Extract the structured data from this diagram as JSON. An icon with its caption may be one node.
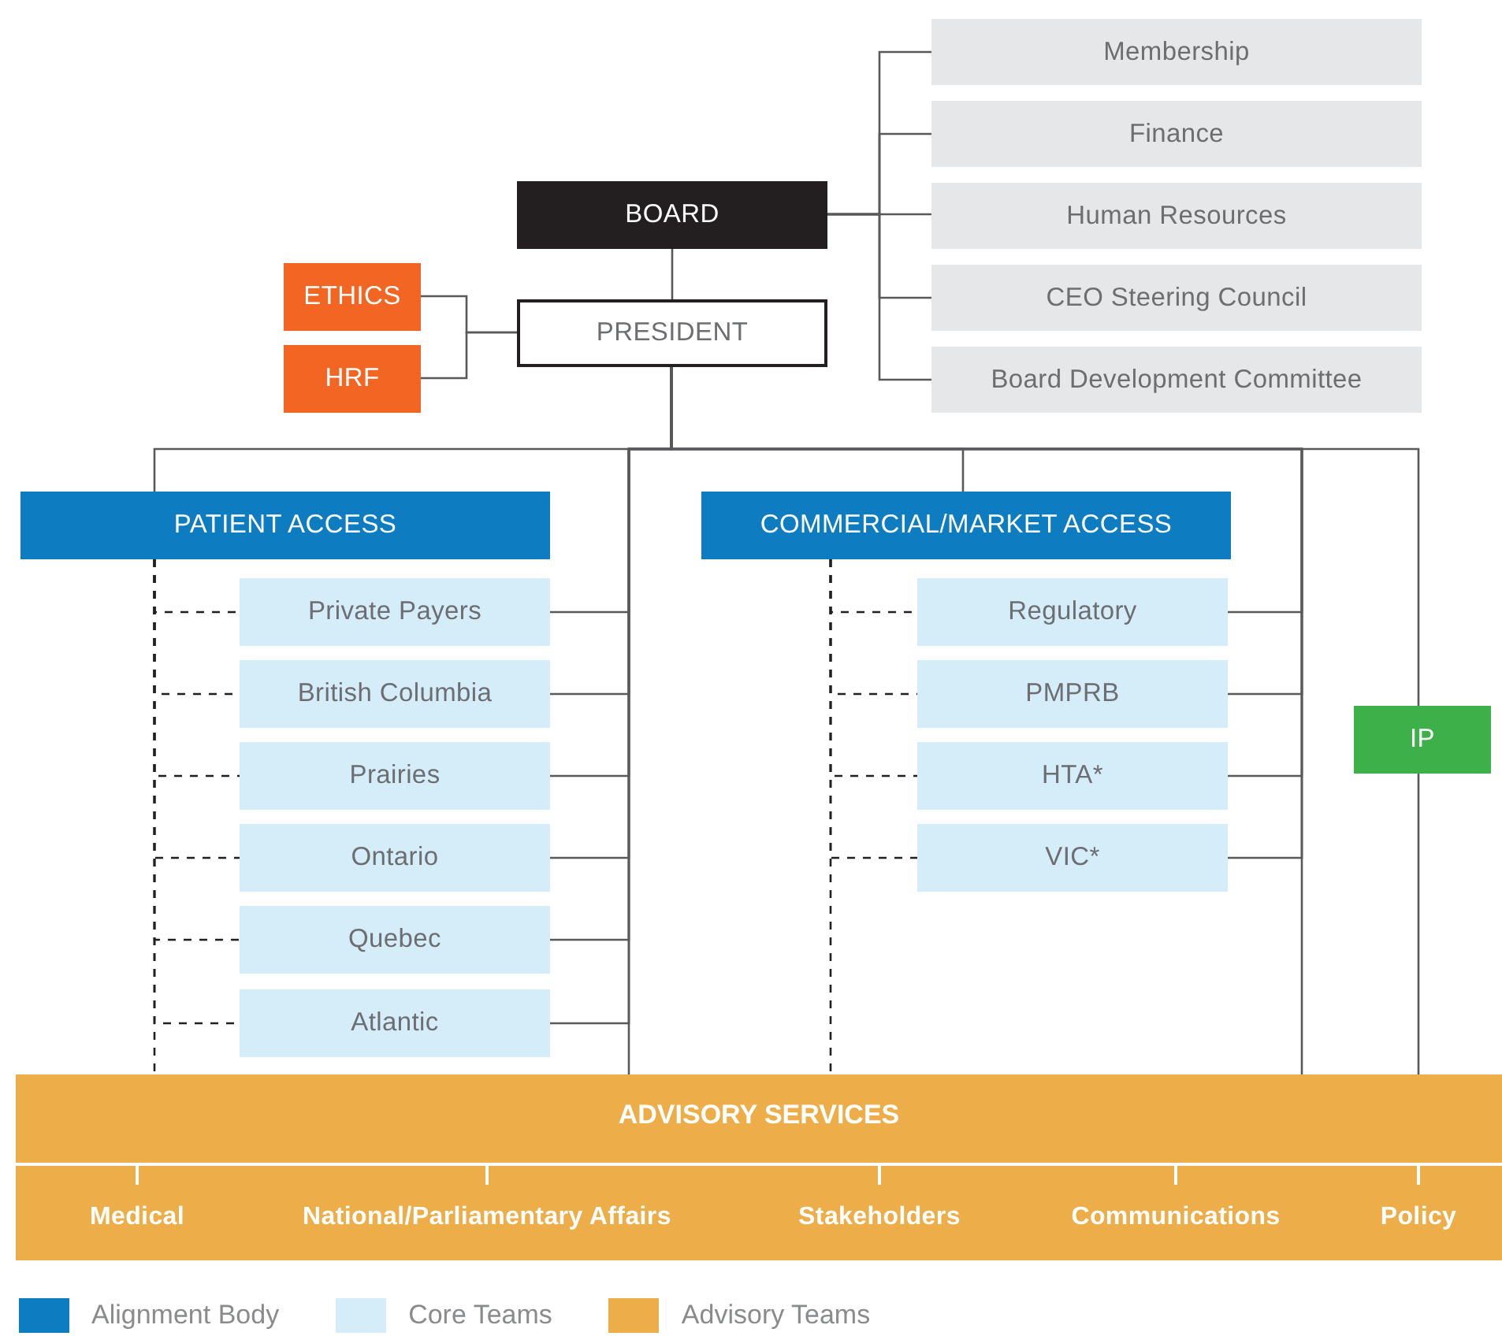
{
  "diagram": {
    "nodes": [
      {
        "text": [
          "BOARD"
        ]
      },
      {
        "text": [
          "PRESIDENT"
        ]
      },
      {
        "text": [
          "ETHICS"
        ]
      },
      {
        "text": [
          "HRF"
        ]
      },
      {
        "text": [
          "Membership"
        ]
      },
      {
        "text": [
          "Finance"
        ]
      },
      {
        "text": [
          "Human Resources"
        ]
      },
      {
        "text": [
          "CEO Steering Council"
        ]
      },
      {
        "text": [
          "Board Development Committee"
        ]
      },
      {
        "text": [
          "PATIENT ACCESS"
        ]
      },
      {
        "text": [
          "Private Payers"
        ]
      },
      {
        "text": [
          "British Columbia"
        ]
      },
      {
        "text": [
          "Prairies"
        ]
      },
      {
        "text": [
          "Ontario"
        ]
      },
      {
        "text": [
          "Quebec"
        ]
      },
      {
        "text": [
          "Atlantic"
        ]
      },
      {
        "text": [
          "COMMERCIAL/MARKET ACCESS"
        ]
      },
      {
        "text": [
          "Regulatory"
        ]
      },
      {
        "text": [
          "PMPRB"
        ]
      },
      {
        "text": [
          "HTA*"
        ]
      },
      {
        "text": [
          "VIC*"
        ]
      },
      {
        "text": [
          "IP"
        ]
      },
      {
        "text": [
          "ADVISORY SERVICES"
        ]
      },
      {
        "text": [
          "Medical"
        ],
        "in": 22
      },
      {
        "text": [
          "National/Parliamentary Affairs"
        ],
        "in": 22
      },
      {
        "text": [
          "Stakeholders"
        ],
        "in": 22
      },
      {
        "text": [
          "Communications"
        ],
        "in": 22
      },
      {
        "text": [
          "Policy"
        ],
        "in": 22
      }
    ],
    "edges": [
      {
        "from": 0,
        "to": 1,
        "arrow": "none"
      },
      {
        "from": 0,
        "to": 4,
        "arrow": "none"
      },
      {
        "from": 0,
        "to": 5,
        "arrow": "none"
      },
      {
        "from": 0,
        "to": 6,
        "arrow": "none"
      },
      {
        "from": 0,
        "to": 7,
        "arrow": "none"
      },
      {
        "from": 0,
        "to": 8,
        "arrow": "none"
      },
      {
        "from": 2,
        "to": 1,
        "arrow": "none"
      },
      {
        "from": 3,
        "to": 1,
        "arrow": "none"
      },
      {
        "from": 1,
        "to": 9,
        "arrow": "none"
      },
      {
        "from": 1,
        "to": 16,
        "arrow": "none"
      },
      {
        "from": 1,
        "to": 10,
        "arrow": "none"
      },
      {
        "from": 1,
        "to": 11,
        "arrow": "none"
      },
      {
        "from": 1,
        "to": 12,
        "arrow": "none"
      },
      {
        "from": 1,
        "to": 13,
        "arrow": "none"
      },
      {
        "from": 1,
        "to": 14,
        "arrow": "none"
      },
      {
        "from": 1,
        "to": 15,
        "arrow": "none"
      },
      {
        "from": 1,
        "to": 22,
        "arrow": "none"
      },
      {
        "from": 1,
        "to": 17,
        "arrow": "none"
      },
      {
        "from": 1,
        "to": 18,
        "arrow": "none"
      },
      {
        "from": 1,
        "to": 19,
        "arrow": "none"
      },
      {
        "from": 1,
        "to": 20,
        "arrow": "none"
      },
      {
        "from": 1,
        "to": 22,
        "arrow": "none"
      },
      {
        "from": 1,
        "to": 21,
        "arrow": "none"
      },
      {
        "from": 21,
        "to": 22,
        "arrow": "none"
      },
      {
        "from": 9,
        "to": 10,
        "arrow": "none",
        "style": "dashed"
      },
      {
        "from": 9,
        "to": 11,
        "arrow": "none",
        "style": "dashed"
      },
      {
        "from": 9,
        "to": 12,
        "arrow": "none",
        "style": "dashed"
      },
      {
        "from": 9,
        "to": 13,
        "arrow": "none",
        "style": "dashed"
      },
      {
        "from": 9,
        "to": 14,
        "arrow": "none",
        "style": "dashed"
      },
      {
        "from": 9,
        "to": 15,
        "arrow": "none",
        "style": "dashed"
      },
      {
        "from": 9,
        "to": 22,
        "arrow": "none",
        "style": "dashed"
      },
      {
        "from": 16,
        "to": 17,
        "arrow": "none",
        "style": "dashed"
      },
      {
        "from": 16,
        "to": 18,
        "arrow": "none",
        "style": "dashed"
      },
      {
        "from": 16,
        "to": 19,
        "arrow": "none",
        "style": "dashed"
      },
      {
        "from": 16,
        "to": 20,
        "arrow": "none",
        "style": "dashed"
      },
      {
        "from": 16,
        "to": 22,
        "arrow": "none",
        "style": "dashed"
      }
    ],
    "legend": [
      {
        "text": "Alignment Body",
        "color": "#0e7cc1"
      },
      {
        "text": "Core Teams",
        "color": "#d4edf9"
      },
      {
        "text": "Advisory Teams",
        "color": "#edae49"
      }
    ]
  }
}
